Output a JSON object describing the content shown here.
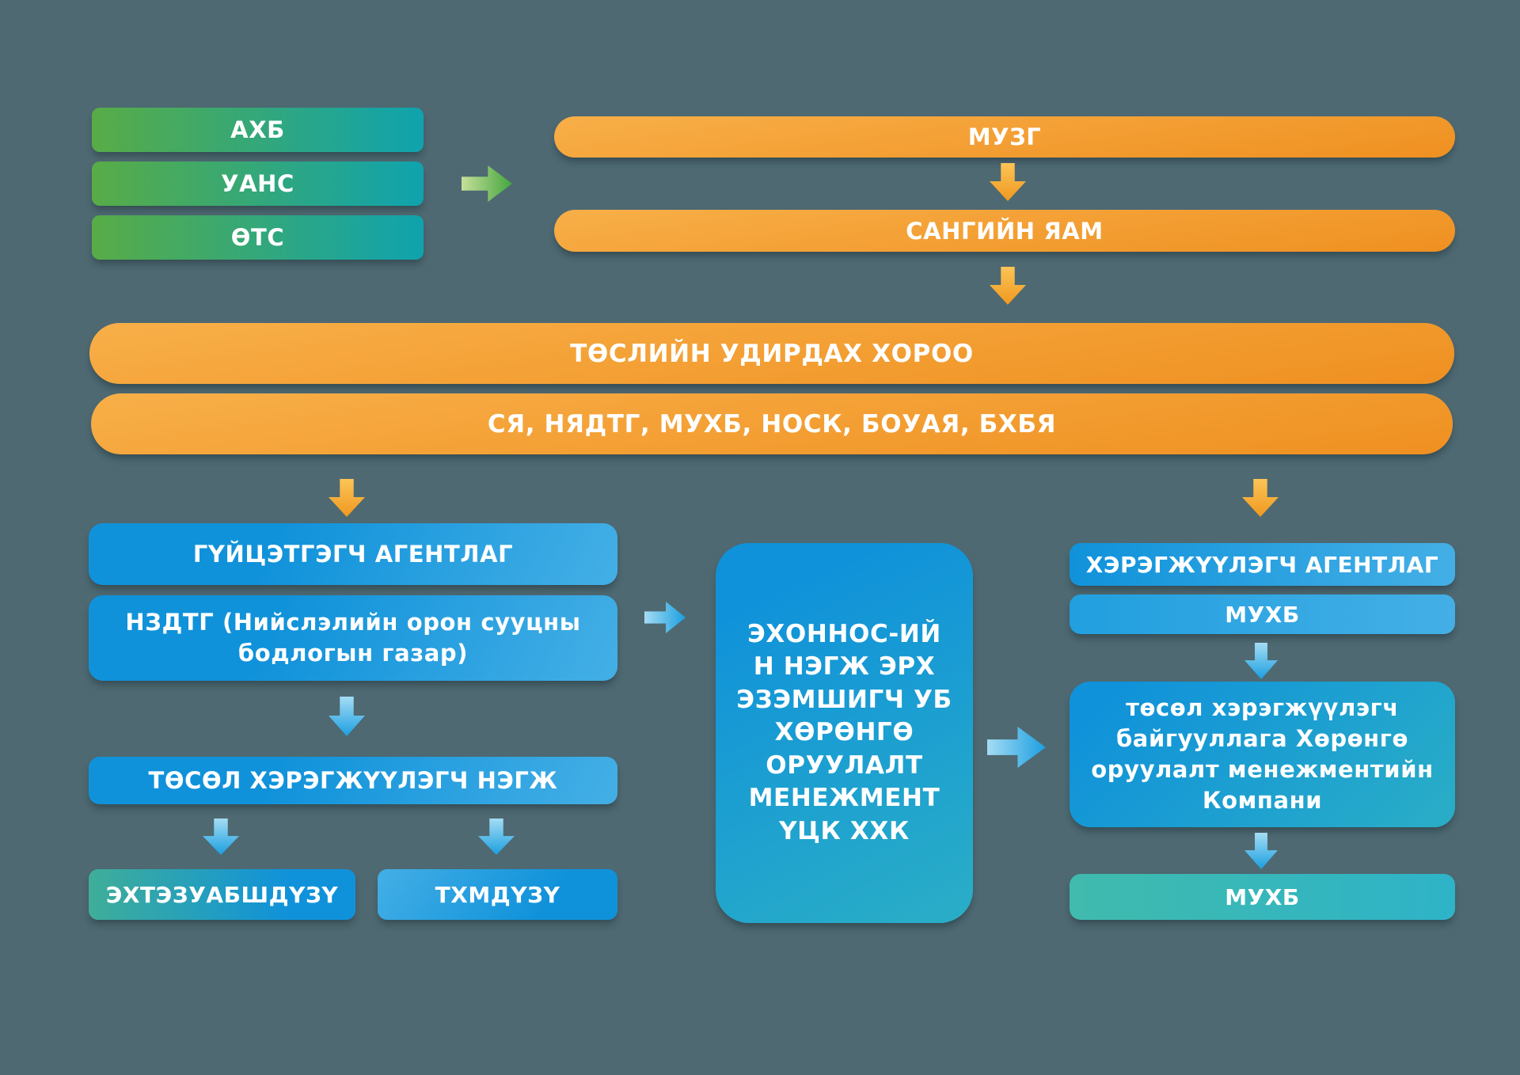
{
  "funders": {
    "adb": "АХБ",
    "uans": "УАНС",
    "ots": "ӨТС"
  },
  "gov": {
    "muzg": "МУЗГ",
    "ministry": "САНГИЙН ЯАМ"
  },
  "steering": {
    "committee": "ТӨСЛИЙН УДИРДАХ ХОРОО",
    "members": "СЯ, НЯДТГ, МУХБ, НОСК, БОУАЯ, БХБЯ"
  },
  "left": {
    "agency_title": "ГҮЙЦЭТГЭГЧ АГЕНТЛАГ",
    "agency_name": "НЗДТГ (Нийслэлийн орон сууцны\nбодлогын газар)",
    "piu": "ТӨСӨЛ ХЭРЭГЖҮҮЛЭГЧ НЭГЖ",
    "unit_left": "ЭХТЭЗУАБШДҮЗҮ",
    "unit_right": "ТХМДҮЗҮ"
  },
  "center": {
    "owner": "ЭХОННОС-ИЙ\nН НЭГЖ ЭРХ\nЭЗЭМШИГЧ УБ\nХӨРӨНГӨ\nОРУУЛАЛТ\nМЕНЕЖМЕНТ\nҮЦК ХХК"
  },
  "right": {
    "agency_title": "ХЭРЭГЖҮҮЛЭГЧ АГЕНТЛАГ",
    "agency_name": "МУХБ",
    "company": "төсөл хэрэгжүүлэгч\nбайгууллага Хөрөнгө\nоруулалт менежментийн\nКомпани",
    "bank": "МУХБ"
  },
  "colors": {
    "background": "#4E6972",
    "green_start": "#58AC46",
    "green_end": "#0FA3AE",
    "orange_light": "#F8AF48",
    "orange_dark": "#EF9021",
    "blue": "#1092DA",
    "blue_mid": "#219FDF",
    "blue_light": "#44AFE6",
    "center_teal": "#2AAEC6",
    "teal_green": "#3FAE98",
    "teal_a": "#40BBAD",
    "teal_b": "#2EB3C8",
    "arrow_orange_light": "#FBC457",
    "arrow_orange": "#F0981F",
    "arrow_blue_light": "#A5DCF4",
    "arrow_blue": "#1B9FE0",
    "arrow_green_light": "#C7DF9B",
    "arrow_green": "#43A63E",
    "text": "#FFFFFF"
  }
}
